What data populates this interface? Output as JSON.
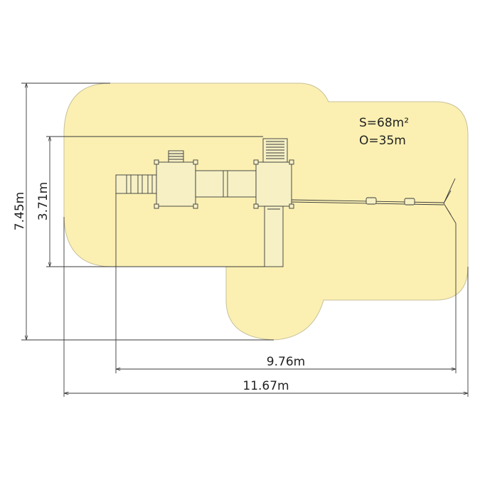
{
  "area_label": "S=68m²",
  "perimeter_label": "O=35m",
  "dimensions": {
    "overall_depth": "7.45m",
    "equipment_depth": "3.71m",
    "equipment_width": "9.76m",
    "overall_width": "11.67m"
  },
  "colors": {
    "safety_zone_fill": "#fbf0b2",
    "safety_zone_stroke": "#c8c09a",
    "lines": "#3a3a3a",
    "background": "#ffffff"
  }
}
